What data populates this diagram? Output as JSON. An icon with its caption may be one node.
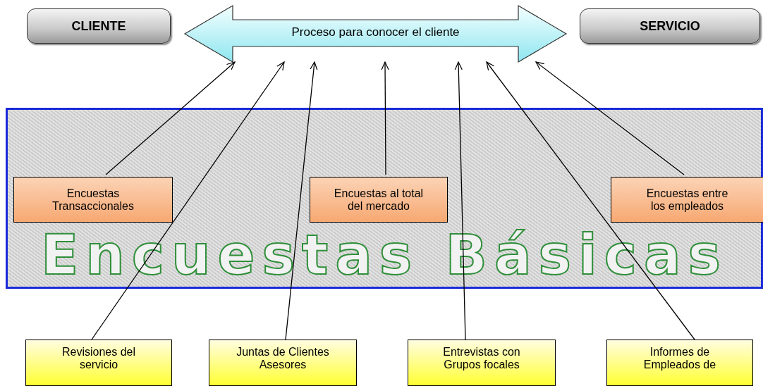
{
  "diagram": {
    "nodes": [
      {
        "text": [
          "CLIENTE"
        ]
      },
      {
        "text": [
          "Proceso para conocer el cliente"
        ]
      },
      {
        "text": [
          "SERVICIO"
        ]
      },
      {
        "text": [
          "Encuestas Básicas"
        ]
      },
      {
        "text": [
          "Encuestas Transaccionales"
        ],
        "in": 3
      },
      {
        "text": [
          "Encuestas al total del mercado"
        ],
        "in": 3
      },
      {
        "text": [
          "Encuestas entre los empleados"
        ],
        "in": 3
      },
      {
        "text": [
          "Revisiones del servicio"
        ]
      },
      {
        "text": [
          "Juntas de Clientes Asesores"
        ]
      },
      {
        "text": [
          "Entrevistas con Grupos focales"
        ]
      },
      {
        "text": [
          "Informes de Empleados de"
        ]
      }
    ],
    "edges": [
      {
        "from": 4,
        "to": 1,
        "arrow": "to"
      },
      {
        "from": 7,
        "to": 1,
        "arrow": "to"
      },
      {
        "from": 8,
        "to": 1,
        "arrow": "to"
      },
      {
        "from": 5,
        "to": 1,
        "arrow": "to"
      },
      {
        "from": 9,
        "to": 1,
        "arrow": "to"
      },
      {
        "from": 10,
        "to": 1,
        "arrow": "to"
      },
      {
        "from": 6,
        "to": 1,
        "arrow": "to"
      }
    ]
  }
}
